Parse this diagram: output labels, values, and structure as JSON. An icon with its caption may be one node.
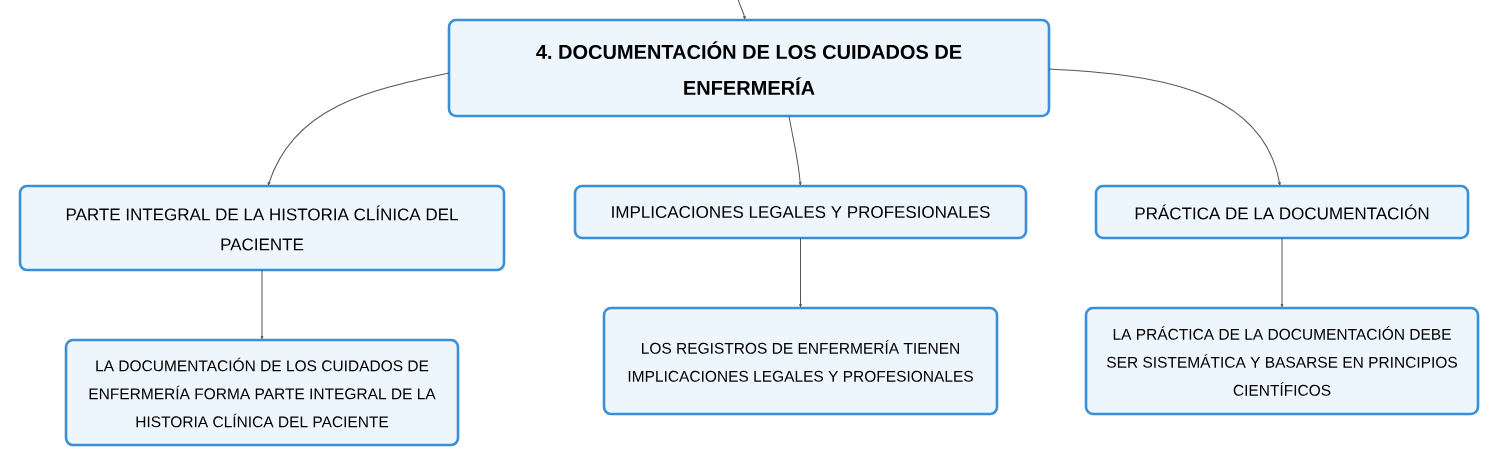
{
  "diagram": {
    "nodes": [
      {
        "text": [
          "4. DOCUMENTACIÓN DE LOS CUIDADOS DE ENFERMERÍA"
        ]
      },
      {
        "text": [
          "PARTE INTEGRAL DE LA HISTORIA CLÍNICA DEL PACIENTE"
        ]
      },
      {
        "text": [
          "IMPLICACIONES LEGALES Y PROFESIONALES"
        ]
      },
      {
        "text": [
          "PRÁCTICA DE LA DOCUMENTACIÓN"
        ]
      },
      {
        "text": [
          "LA DOCUMENTACIÓN DE LOS CUIDADOS DE ENFERMERÍA FORMA PARTE INTEGRAL DE LA HISTORIA CLÍNICA DEL PACIENTE"
        ]
      },
      {
        "text": [
          "LOS REGISTROS DE ENFERMERÍA TIENEN IMPLICACIONES LEGALES Y PROFESIONALES"
        ]
      },
      {
        "text": [
          "LA PRÁCTICA DE LA DOCUMENTACIÓN DEBE SER SISTEMÁTICA Y BASARSE EN PRINCIPIOS CIENTÍFICOS"
        ]
      }
    ],
    "edges": [
      {
        "from": null,
        "to": 0,
        "arrow": "to"
      },
      {
        "from": 0,
        "to": 1,
        "arrow": "to"
      },
      {
        "from": 0,
        "to": 2,
        "arrow": "to"
      },
      {
        "from": 0,
        "to": 3,
        "arrow": "to"
      },
      {
        "from": 1,
        "to": 4,
        "arrow": "to"
      },
      {
        "from": 2,
        "to": 5,
        "arrow": "to"
      },
      {
        "from": 3,
        "to": 6,
        "arrow": "to"
      }
    ]
  }
}
